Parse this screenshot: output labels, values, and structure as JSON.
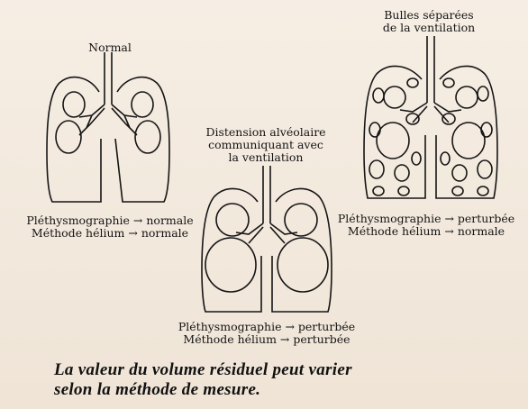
{
  "diagrams": [
    {
      "title": "Normal",
      "line1": "Pléthysmographie → normale",
      "line2": "Méthode hélium → normale"
    },
    {
      "title_line1": "Distension alvéolaire",
      "title_line2": "communiquant avec",
      "title_line3": "la ventilation",
      "line1": "Pléthysmographie → perturbée",
      "line2": "Méthode hélium → perturbée"
    },
    {
      "title_line1": "Bulles séparées",
      "title_line2": "de la ventilation",
      "line1": "Pléthysmographie → perturbée",
      "line2": "Méthode hélium → normale"
    }
  ],
  "caption_line1": "La valeur du volume résiduel peut varier",
  "caption_line2": "selon la méthode de mesure."
}
